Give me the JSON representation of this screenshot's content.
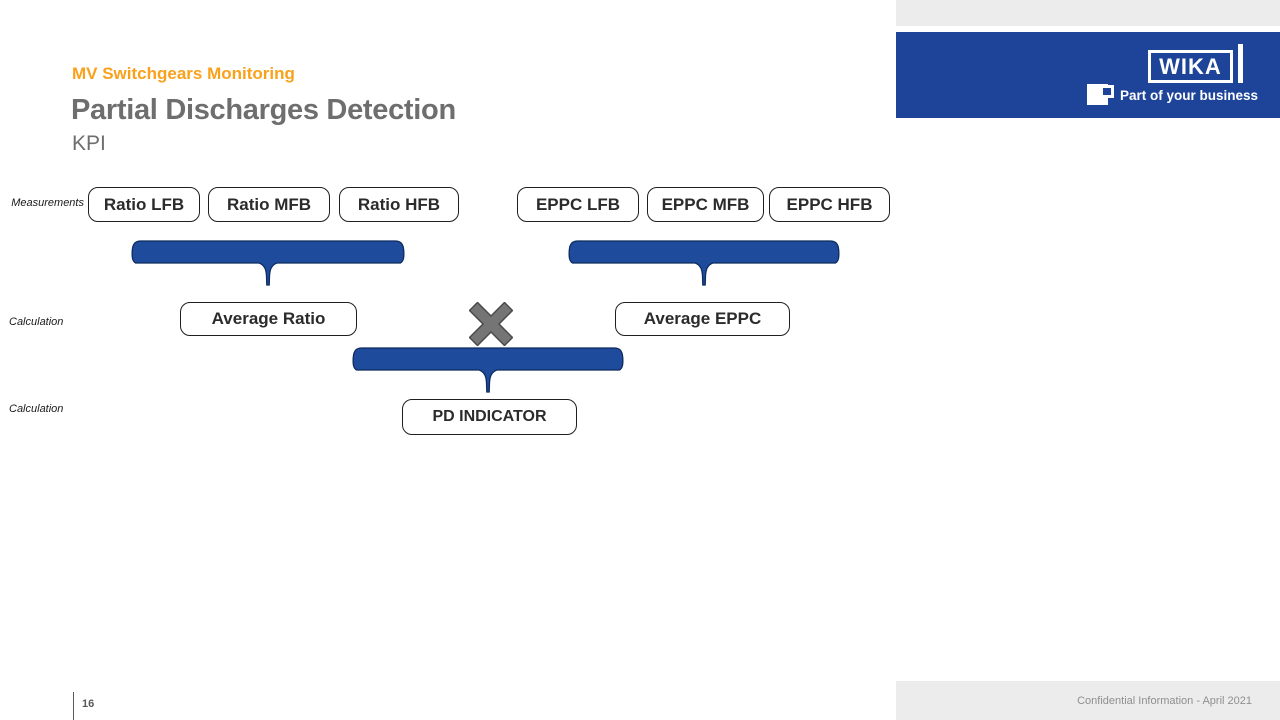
{
  "slide": {
    "eyebrow": "MV Switchgears Monitoring",
    "title": "Partial Discharges Detection",
    "subtitle": "KPI"
  },
  "brand": {
    "logo": "WIKA",
    "tagline": "Part of your business",
    "banner_color": "#1d4499"
  },
  "diagram": {
    "labels": {
      "measurements": "Measurements",
      "calculation1": "Calculation",
      "calculation2": "Calculation"
    },
    "measurements": [
      "Ratio LFB",
      "Ratio MFB",
      "Ratio HFB",
      "EPPC LFB",
      "EPPC MFB",
      "EPPC HFB"
    ],
    "calculations": [
      "Average Ratio",
      "Average EPPC"
    ],
    "result": "PD INDICATOR",
    "operator": "multiply",
    "brace_color": "#1e4b9b",
    "operator_color": "#757575"
  },
  "footer": {
    "page_number": "16",
    "note": "Confidential Information - April 2021"
  },
  "colors": {
    "accent_orange": "#f9a11b",
    "title_gray": "#6e6e6e",
    "panel_gray": "#ececec"
  }
}
